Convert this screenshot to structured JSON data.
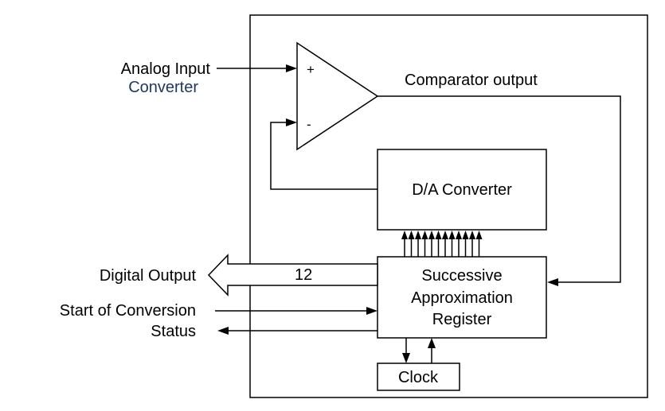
{
  "inputs": {
    "analog_input": "Analog Input",
    "converter": "Converter",
    "digital_output": "Digital Output",
    "start_of_conversion": "Start of Conversion",
    "status": "Status"
  },
  "comparator": {
    "plus": "+",
    "minus": "-",
    "output_label": "Comparator output"
  },
  "blocks": {
    "dac": "D/A Converter",
    "sar_line1": "Successive",
    "sar_line2": "Approximation",
    "sar_line3": "Register",
    "clock": "Clock"
  },
  "bus_width": "12",
  "colors": {
    "line": "#000000",
    "converter_text": "#1f3864"
  }
}
